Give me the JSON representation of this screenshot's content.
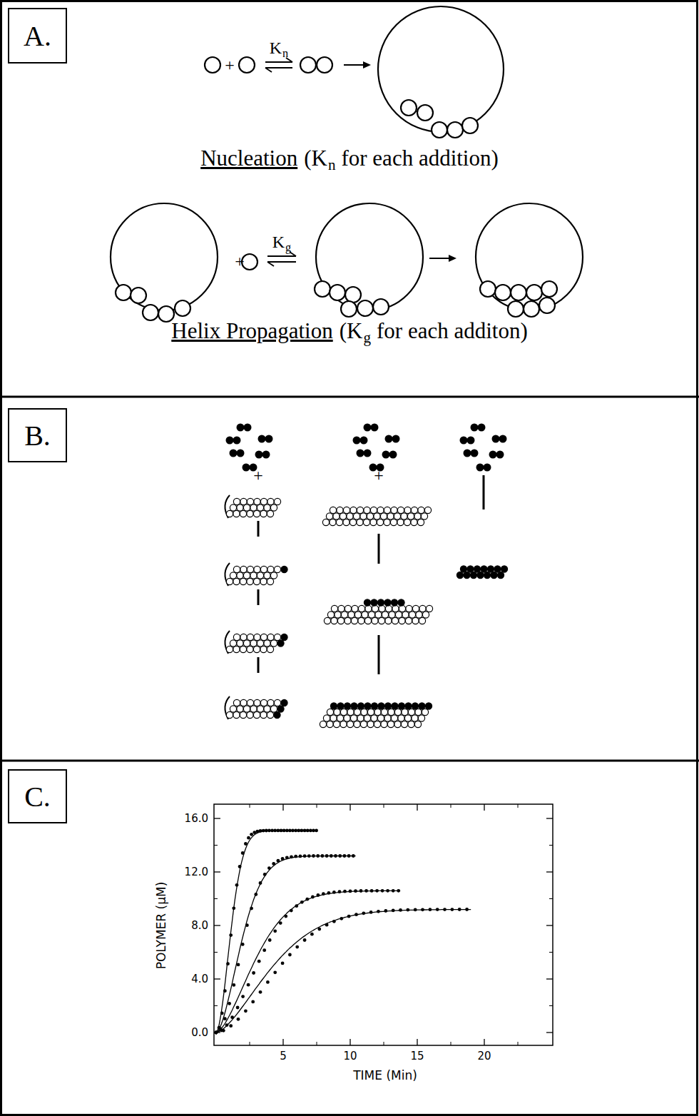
{
  "diagram": {
    "nodes": [
      {
        "text": [
          "A."
        ]
      },
      {
        "text": [
          "B."
        ]
      },
      {
        "text": [
          "C."
        ]
      }
    ],
    "labels": [
      "K",
      "n",
      "Nucleation",
      "(K",
      "n",
      "for each addition)",
      "K",
      "g",
      "Helix Propagation",
      "(K",
      "g",
      "for each additon)",
      "+",
      "+",
      "+",
      "+",
      "16.0",
      "12.0",
      "8.0",
      "4.0",
      "0.0",
      "5",
      "10",
      "15",
      "20",
      "POLYMER (μM)",
      "TIME (Min)"
    ]
  }
}
